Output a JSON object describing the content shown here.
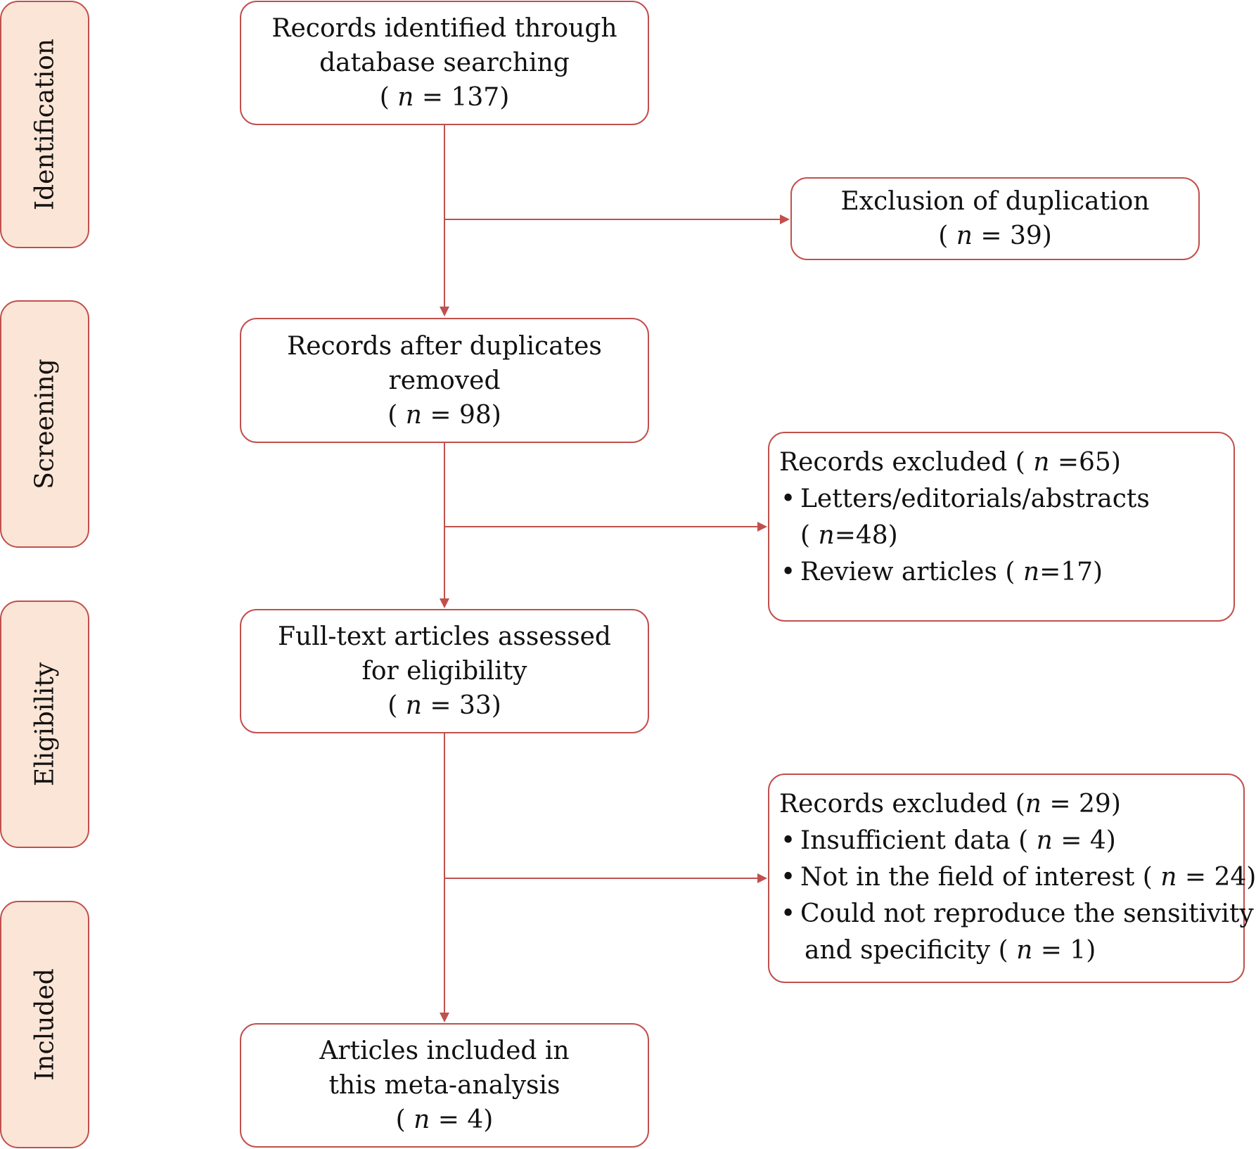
{
  "colors": {
    "line": "#c0504d",
    "stage_fill": "#fbe5d6",
    "text": "#111111"
  },
  "stages": [
    {
      "label": "Identification"
    },
    {
      "label": "Screening"
    },
    {
      "label": "Eligibility"
    },
    {
      "label": "Included"
    }
  ],
  "flow": {
    "identified": {
      "lines": [
        "Records identified through",
        "database searching"
      ],
      "n_prefix": "( ",
      "n_var": "n",
      "n_suffix": " = 137)"
    },
    "after_duplicates": {
      "lines": [
        "Records after duplicates",
        "removed"
      ],
      "n_prefix": "( ",
      "n_var": "n",
      "n_suffix": " = 98)"
    },
    "full_text": {
      "lines": [
        "Full-text articles assessed",
        "for eligibility"
      ],
      "n_prefix": "( ",
      "n_var": "n",
      "n_suffix": " = 33)"
    },
    "included": {
      "lines": [
        "Articles included in",
        "this meta-analysis"
      ],
      "n_prefix": "( ",
      "n_var": "n",
      "n_suffix": " = 4)"
    }
  },
  "exclusions": {
    "duplication": {
      "title": "Exclusion of duplication",
      "n_prefix": "( ",
      "n_var": "n",
      "n_suffix": " = 39)"
    },
    "screening": {
      "header_text": "Records excluded ( ",
      "header_var": "n",
      "header_suffix": " =65)",
      "item1_text": "Letters/editorials/abstracts",
      "item1_cont_prefix": "( ",
      "item1_var": "n",
      "item1_cont_suffix": "=48)",
      "item2_text": "Review articles  ( ",
      "item2_var": "n",
      "item2_suffix": "=17)"
    },
    "eligibility": {
      "header_text": "Records excluded (",
      "header_var": "n",
      "header_suffix": " = 29)",
      "item1_text": "Insufficient data  ( ",
      "item1_var": "n",
      "item1_suffix": " = 4)",
      "item2_text": "Not in the field of interest  ( ",
      "item2_var": "n",
      "item2_suffix": " = 24)",
      "item3_text": "Could not reproduce the sensitivity",
      "item3_cont_text": "and specificity ( ",
      "item3_var": "n",
      "item3_cont_suffix": " = 1)"
    }
  }
}
